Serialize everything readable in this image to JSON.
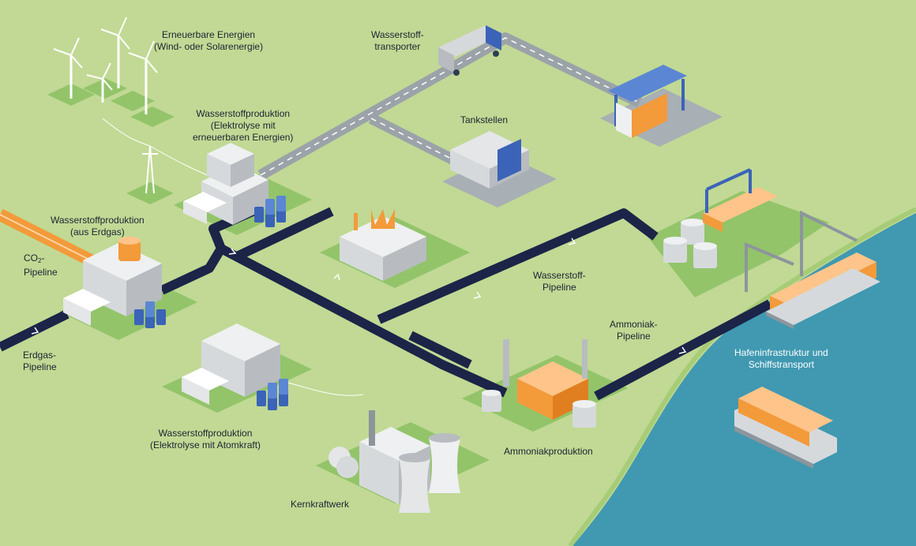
{
  "colors": {
    "background": "#c1d994",
    "pad": "#93c46a",
    "sea": "#4099b1",
    "pipeline": "#1c2448",
    "road": "#9ba3a9",
    "accent_orange": "#f39a3a",
    "storage_blue": "#3b63b8",
    "building_grey": "#d6d9dc",
    "label_text": "#1b2433"
  },
  "labels": {
    "renewables": [
      "Erneuerbare Energien",
      "(Wind- oder Solarenergie)"
    ],
    "h2_transporter": [
      "Wasserstoff-",
      "transporter"
    ],
    "production_renewables": [
      "Wasserstoffproduktion",
      "(Elektrolyse mit",
      "erneuerbaren Energien)"
    ],
    "filling_stations": "Tankstellen",
    "production_gas": [
      "Wasserstoffproduktion",
      "(aus Erdgas)"
    ],
    "co2_pipeline_prefix": "CO",
    "co2_pipeline_sub": "2",
    "co2_pipeline_suffix": "-",
    "co2_pipeline_line2": "Pipeline",
    "h2_pipeline": [
      "Wasserstoff-",
      "Pipeline"
    ],
    "ammonia_pipeline": [
      "Ammoniak-",
      "Pipeline"
    ],
    "port": [
      "Hafeninfrastruktur und",
      "Schiffstransport"
    ],
    "gas_pipeline": [
      "Erdgas-",
      "Pipeline"
    ],
    "production_nuclear": [
      "Wasserstoffproduktion",
      "(Elektrolyse mit Atomkraft)"
    ],
    "ammonia_production": "Ammoniakproduktion",
    "nuclear_plant": "Kernkraftwerk"
  },
  "icons": {
    "h2_mark": "H2",
    "building_symbol": "H"
  }
}
